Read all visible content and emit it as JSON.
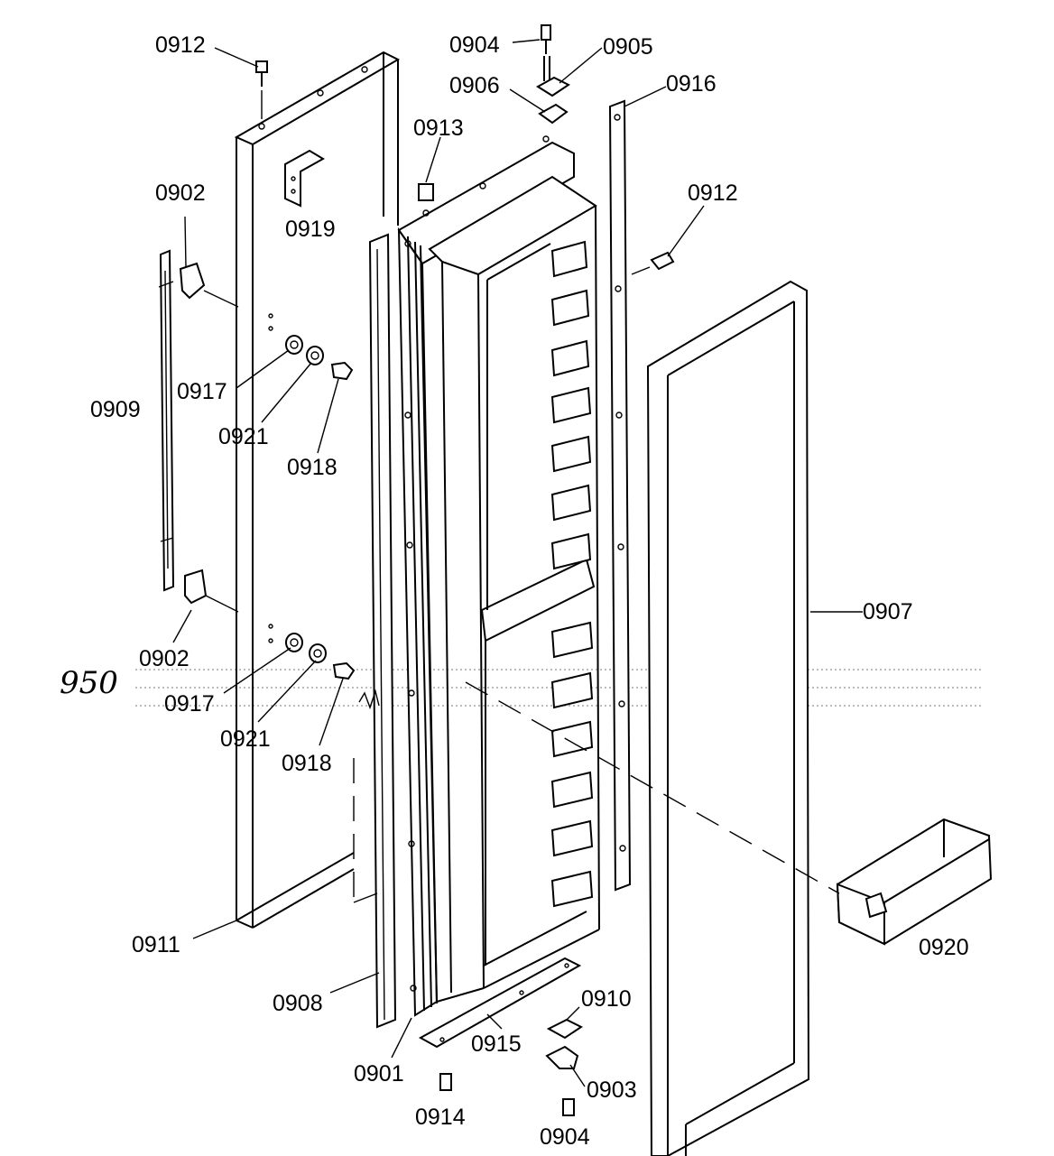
{
  "labels": {
    "p0912_top": "0912",
    "p0904_top": "0904",
    "p0905": "0905",
    "p0906": "0906",
    "p0916": "0916",
    "p0913": "0913",
    "p0912_right": "0912",
    "p0902_top": "0902",
    "p0919": "0919",
    "p0909": "0909",
    "p0917_top": "0917",
    "p0921_top": "0921",
    "p0918_top": "0918",
    "p0907": "0907",
    "p0902_bottom": "0902",
    "p0917_bottom": "0917",
    "p0921_bottom": "0921",
    "p0918_bottom": "0918",
    "p0911": "0911",
    "p0920": "0920",
    "p0908": "0908",
    "p0910": "0910",
    "p0915": "0915",
    "p0901": "0901",
    "p0903": "0903",
    "p0914": "0914",
    "p0904_bottom": "0904"
  },
  "handwritten_note": "950"
}
